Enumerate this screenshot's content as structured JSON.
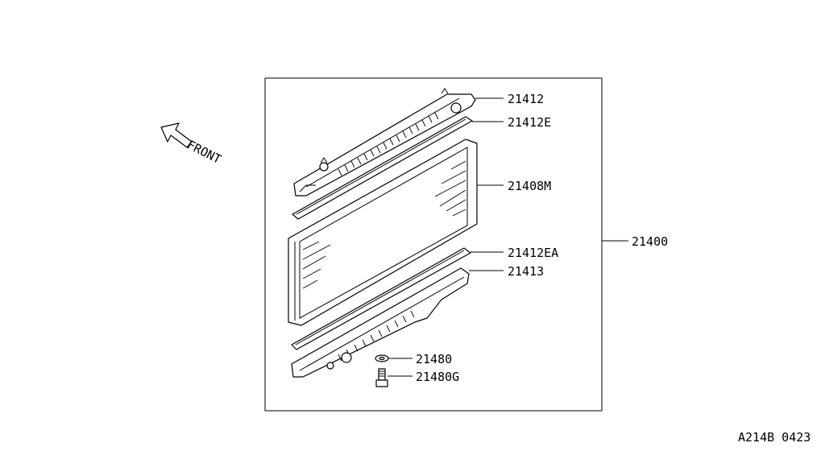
{
  "orientation": {
    "label": "FRONT",
    "icon": "front-arrow-icon"
  },
  "assembly": {
    "part_number": "21400"
  },
  "parts": [
    {
      "name": "upper-tank",
      "number": "21412"
    },
    {
      "name": "upper-gasket",
      "number": "21412E"
    },
    {
      "name": "radiator-core",
      "number": "21408M"
    },
    {
      "name": "lower-gasket",
      "number": "21412EA"
    },
    {
      "name": "lower-tank",
      "number": "21413"
    },
    {
      "name": "drain-washer",
      "number": "21480"
    },
    {
      "name": "drain-plug",
      "number": "21480G"
    }
  ],
  "diagram_code": "A214B 0423"
}
